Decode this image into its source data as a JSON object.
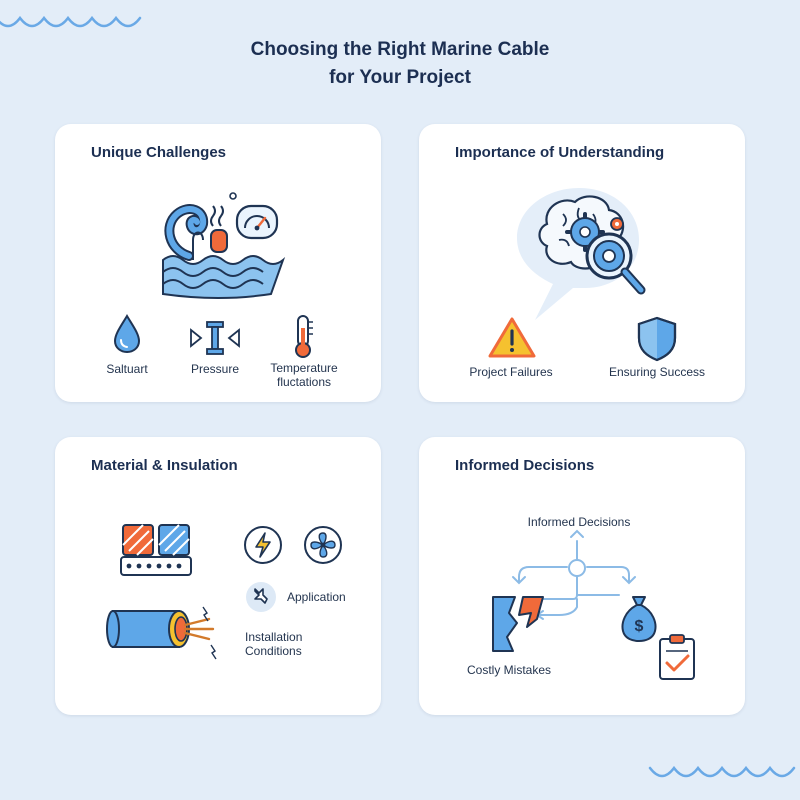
{
  "title": {
    "line1": "Choosing the Right Marine Cable",
    "line2": "for Your Project"
  },
  "colors": {
    "background": "#e3edf8",
    "card": "#ffffff",
    "accent_blue": "#4d9be0",
    "outline": "#1f3453",
    "orange": "#f06a3a",
    "yellow": "#f5c12f"
  },
  "cards": {
    "challenges": {
      "title": "Unique Challenges",
      "icons": [
        "water-serpent-icon",
        "pressure-gauge-icon"
      ],
      "items": [
        {
          "label": "Saltuart",
          "icon": "water-drop-icon"
        },
        {
          "label": "Pressure",
          "icon": "pressure-clamp-icon"
        },
        {
          "label": "Temperature fluctations",
          "icon": "thermometer-icon"
        }
      ]
    },
    "understanding": {
      "title": "Importance of Understanding",
      "icons": [
        "brain-gears-icon",
        "magnifier-icon"
      ],
      "items": [
        {
          "label": "Project Failures",
          "icon": "warning-icon"
        },
        {
          "label": "Ensuring Success",
          "icon": "shield-icon"
        }
      ]
    },
    "material": {
      "title": "Material & Insulation",
      "icons": [
        "material-panel-icon",
        "cable-icon",
        "lightning-icon",
        "fan-icon"
      ],
      "items": [
        {
          "label": "Application",
          "icon": "wrench-icon"
        },
        {
          "label": "Installation Conditions"
        }
      ]
    },
    "decisions": {
      "title": "Informed Decisions",
      "diagram_label": "Informed Decisions",
      "icons": [
        "flow-node-icon",
        "money-bag-icon",
        "checklist-icon"
      ],
      "items": [
        {
          "label": "Costly Mistakes",
          "icon": "broken-wall-icon"
        }
      ]
    }
  }
}
